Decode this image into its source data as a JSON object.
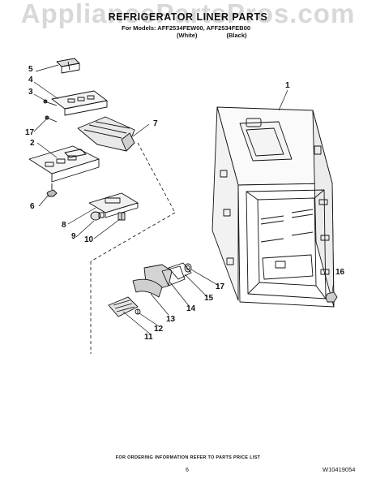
{
  "watermark": "AppliancePartsPros.com",
  "header": {
    "title": "REFRIGERATOR LINER PARTS",
    "models_line": "For Models: AFF2534FEW00, AFF2534FEB00",
    "variant_white": "(White)",
    "variant_black": "(Black)"
  },
  "callouts": [
    "1",
    "2",
    "3",
    "4",
    "5",
    "6",
    "7",
    "8",
    "9",
    "10",
    "11",
    "12",
    "13",
    "14",
    "15",
    "16",
    "17",
    "17"
  ],
  "footer": {
    "note": "FOR ORDERING INFORMATION REFER TO PARTS PRICE LIST",
    "page_number": "6",
    "document_code": "W10419054"
  }
}
